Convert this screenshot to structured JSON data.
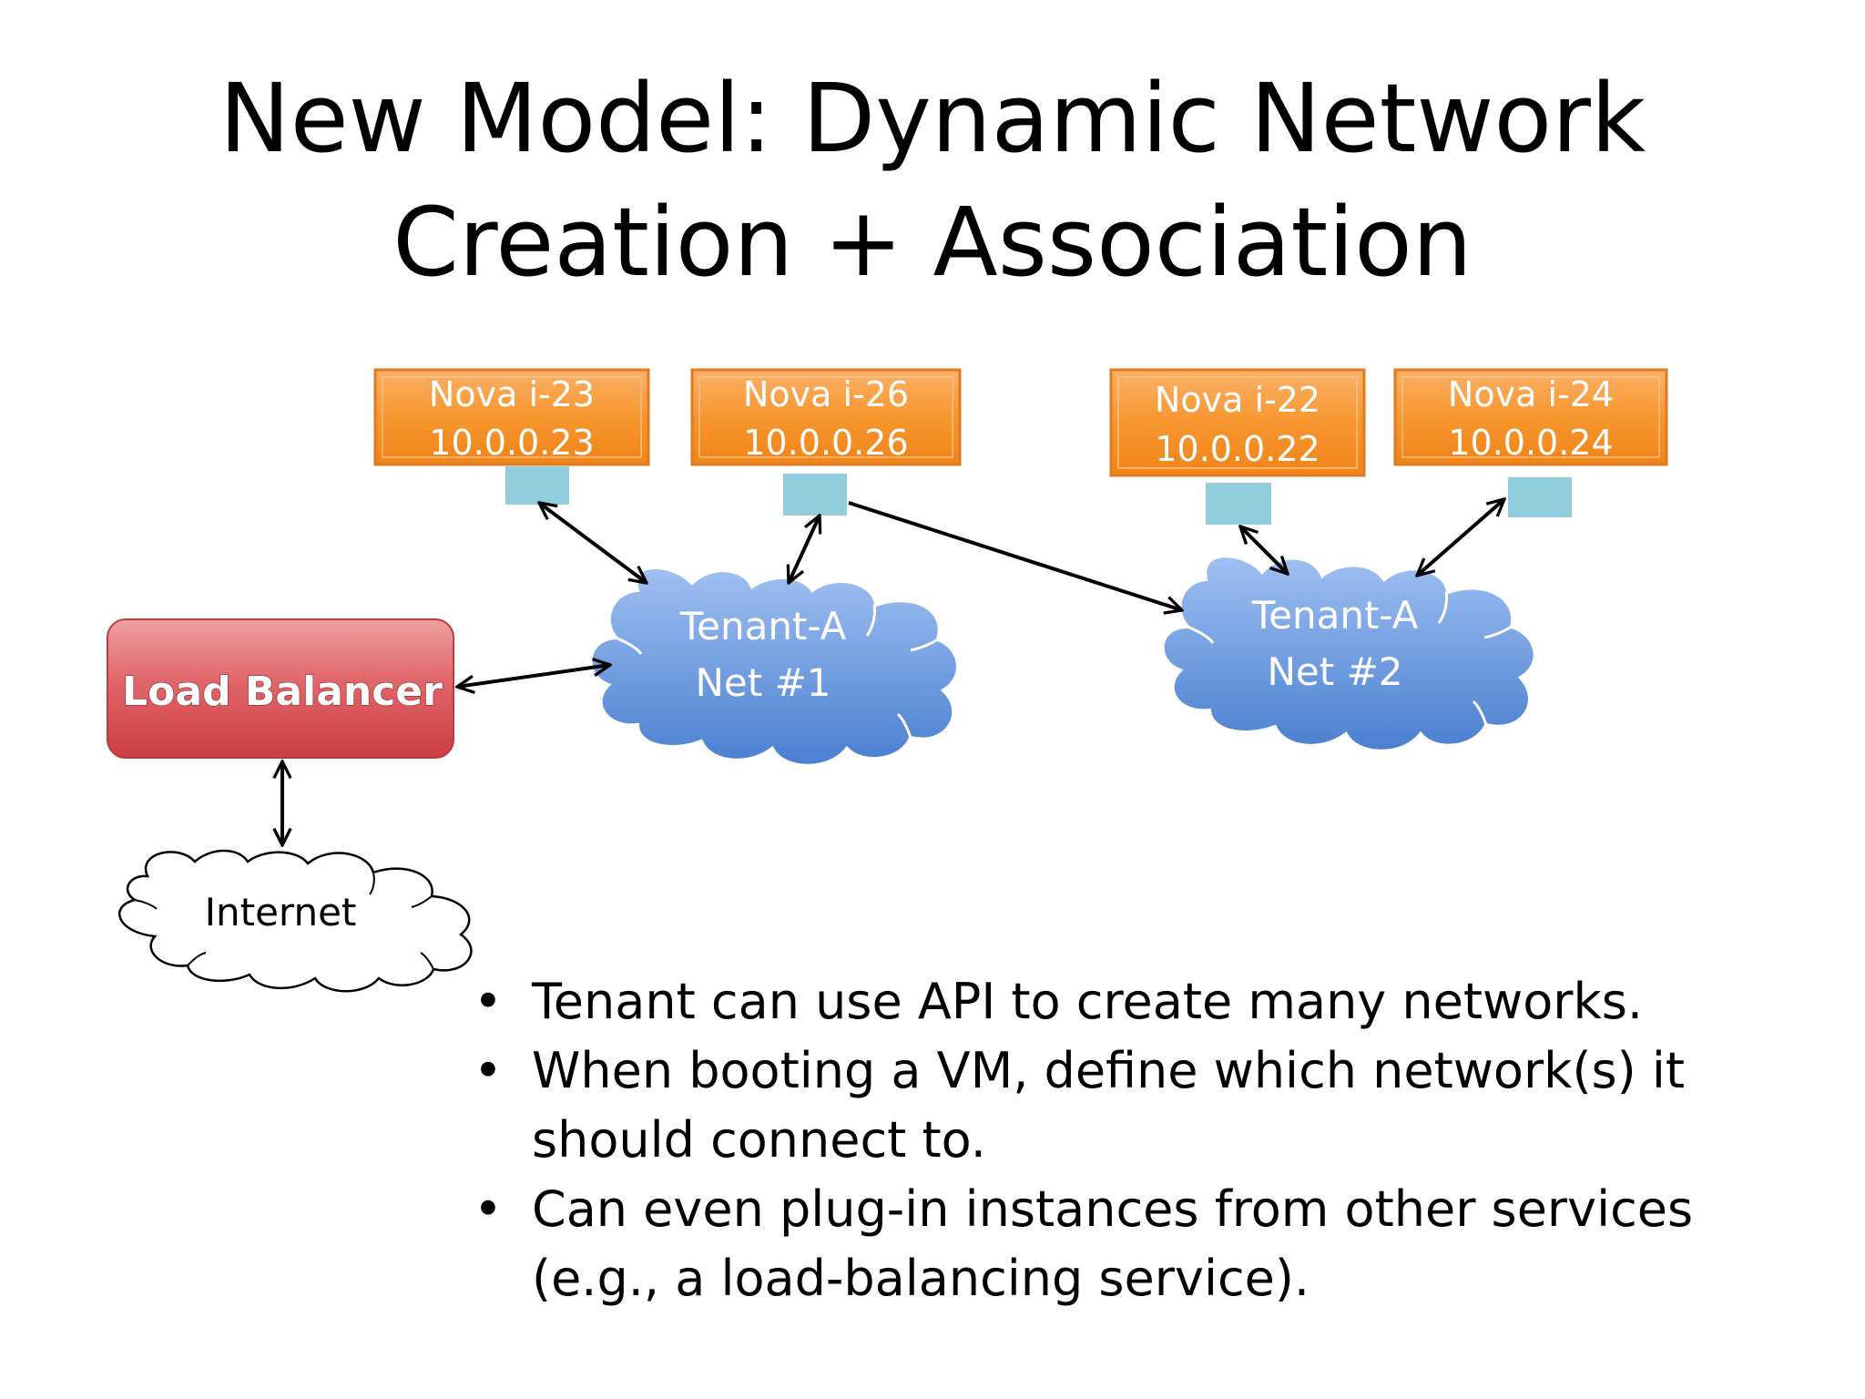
{
  "title": {
    "line1": "New Model: Dynamic Network",
    "line2": "Creation + Association"
  },
  "nodes": {
    "vm_i23": {
      "name": "Nova i-23",
      "ip": "10.0.0.23"
    },
    "vm_i26": {
      "name": "Nova i-26",
      "ip": "10.0.0.26"
    },
    "vm_i22": {
      "name": "Nova i-22",
      "ip": "10.0.0.22"
    },
    "vm_i24": {
      "name": "Nova i-24",
      "ip": "10.0.0.24"
    },
    "net1": {
      "line1": "Tenant-A",
      "line2": "Net #1"
    },
    "net2": {
      "line1": "Tenant-A",
      "line2": "Net #2"
    },
    "load_balancer": "Load Balancer",
    "internet": "Internet"
  },
  "bullets": [
    "Tenant can use API to create many networks.",
    "When booting a VM, define which network(s) it should connect to.",
    "Can even plug-in instances from other services (e.g., a load-balancing service)."
  ],
  "bullet_glyph": "•",
  "colors": {
    "vm_fill": "#f7962f",
    "vm_border": "#e0781e",
    "port": "#92cddc",
    "cloud_fill": "#6a98dd",
    "load_balancer_fill": "#e0585c",
    "arrow": "#000000"
  }
}
